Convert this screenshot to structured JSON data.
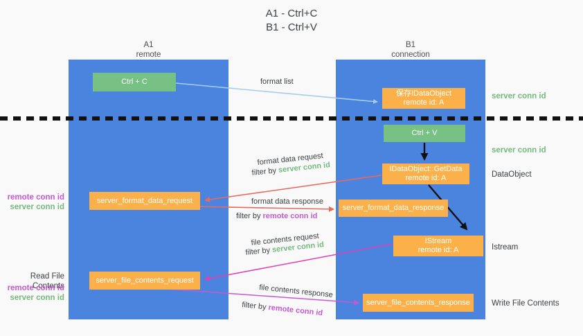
{
  "title": {
    "line1": "A1 - Ctrl+C",
    "line2": "B1 - Ctrl+V"
  },
  "lanes": {
    "left": {
      "name": "A1",
      "role": "remote"
    },
    "right": {
      "name": "B1",
      "role": "connection"
    }
  },
  "boxes": {
    "ctrl_c": {
      "label": "Ctrl + C",
      "color": "#78c184"
    },
    "save_idataobj": {
      "line1": "保存IDataObject",
      "line2": "remote id: A",
      "color": "#fbb049"
    },
    "ctrl_v": {
      "label": "Ctrl + V",
      "color": "#78c184"
    },
    "getdata": {
      "line1": "IDataObject::GetData",
      "line2": "remote id: A",
      "color": "#fbb049"
    },
    "server_format_data_request": {
      "label": "server_format_data_request",
      "color": "#fbb049"
    },
    "server_format_data_response": {
      "label": "server_format_data_response",
      "color": "#fbb049"
    },
    "istream": {
      "line1": "IStream",
      "line2": "remote id: A",
      "color": "#fbb049"
    },
    "server_file_contents_request": {
      "label": "server_file_contents_request",
      "color": "#fbb049"
    },
    "server_file_contents_response": {
      "label": "server_file_contents_response",
      "color": "#fbb049"
    }
  },
  "flows": {
    "format_list": "format list",
    "format_data_request": "format data request",
    "format_data_req_filter_prefix": "filter by ",
    "format_data_response": "format data response",
    "format_data_resp_filter_prefix": "filter by ",
    "file_contents_request": "file contents request",
    "file_contents_req_filter_prefix": "filter by ",
    "file_contents_response": "file contents response",
    "file_contents_resp_filter_prefix": "filter by "
  },
  "conn_ids": {
    "server": "server conn id",
    "remote": "remote conn id",
    "server_color": "#76b97f",
    "remote_color": "#c45ad0"
  },
  "side_labels": {
    "dataobject": "DataObject",
    "istream": "Istream",
    "write_file_contents": "Write File Contents",
    "read_file_contents": "Read File Contents"
  },
  "colors": {
    "lane": "#4a84de",
    "background": "#f9f9f9",
    "arrow_blue": "#a6ccf0",
    "arrow_red": "#e8695e",
    "arrow_purple": "#c45ad0",
    "arrow_magenta": "#e040b0",
    "arrow_black": "#111111"
  }
}
